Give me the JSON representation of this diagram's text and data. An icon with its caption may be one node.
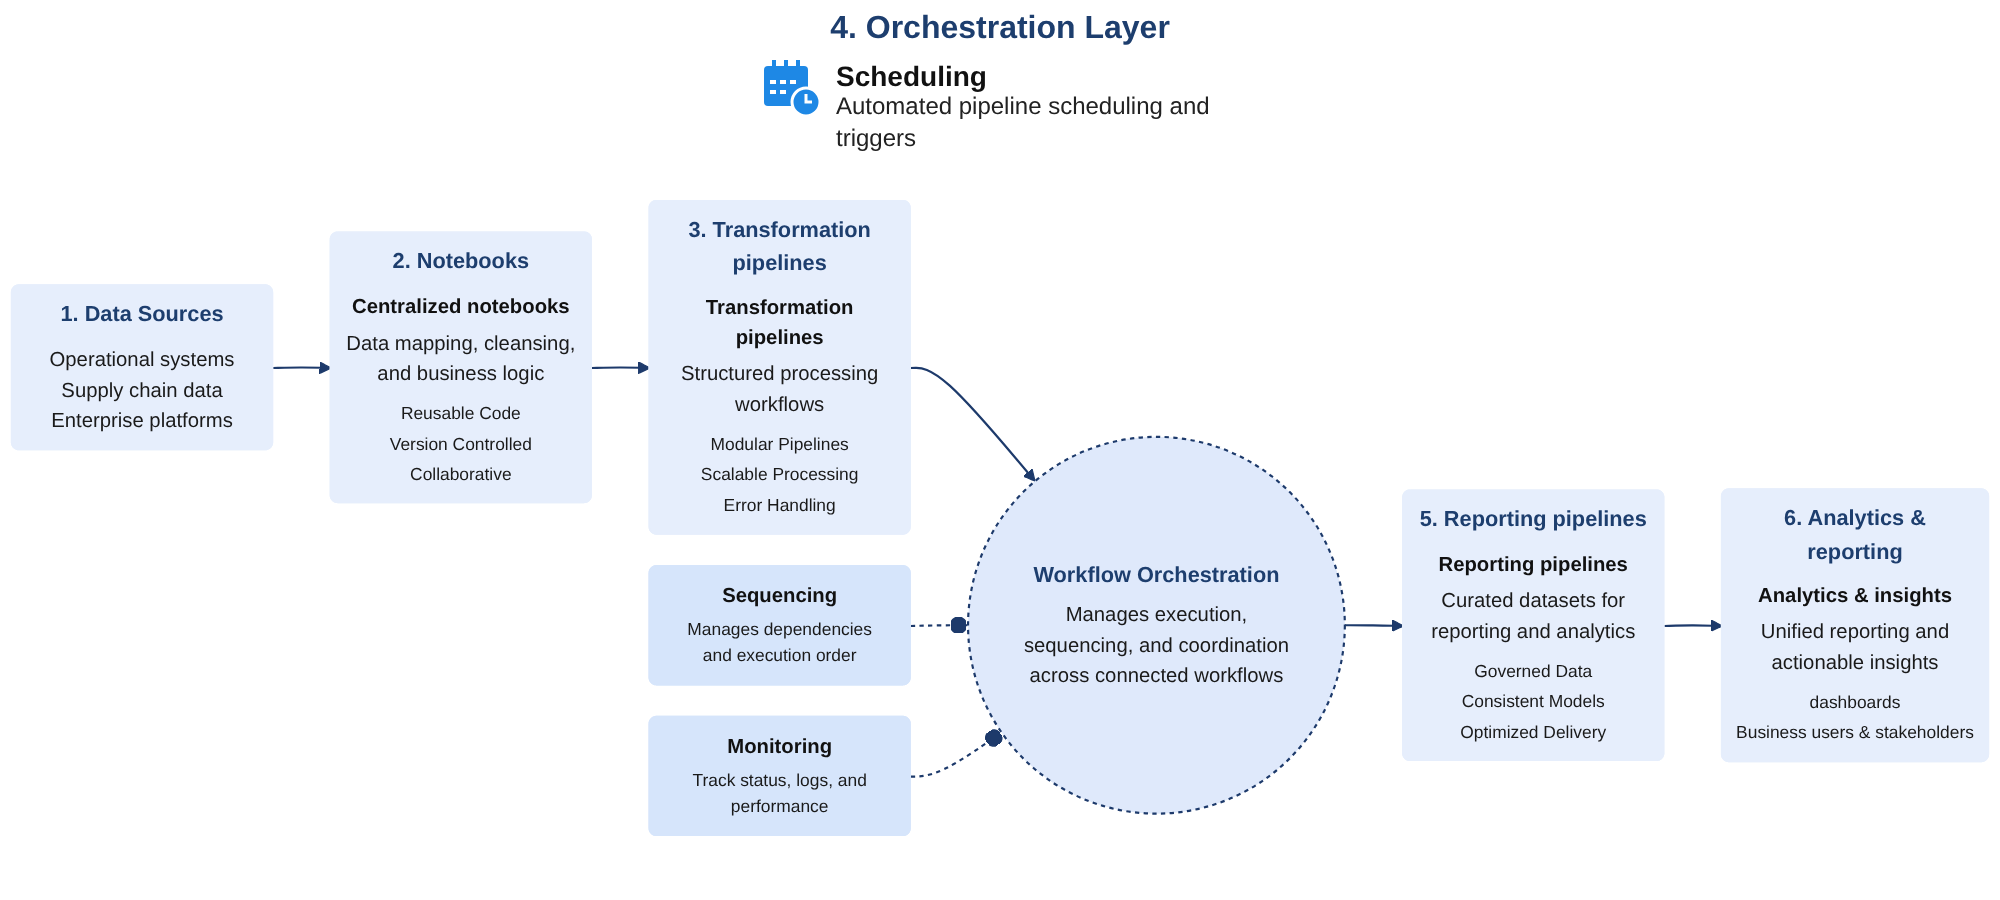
{
  "diagram": {
    "nodes": [
      {
        "text": [
          "1. Data Sources",
          "Operational systems",
          "Supply chain data",
          "Enterprise platforms"
        ]
      },
      {
        "text": [
          "2. Notebooks",
          "Centralized notebooks",
          "Data mapping, cleansing, and business logic",
          "Reusable Code",
          "Version Controlled",
          "Collaborative"
        ]
      },
      {
        "text": [
          "3. Transformation pipelines",
          "Transformation pipelines",
          "Structured processing workflows",
          "Modular Pipelines",
          "Scalable Processing",
          "Error Handling"
        ]
      },
      {
        "text": [
          "Workflow Orchestration",
          "Manages execution, sequencing, and coordination across connected workflows"
        ]
      },
      {
        "text": [
          "Sequencing",
          "Manages dependencies and execution order"
        ]
      },
      {
        "text": [
          "Monitoring",
          "Track status, logs, and performance"
        ]
      },
      {
        "text": [
          "5. Reporting pipelines",
          "Reporting pipelines",
          "Curated datasets for reporting and analytics",
          "Governed Data",
          "Consistent Models",
          "Optimized Delivery"
        ]
      },
      {
        "text": [
          "6. Analytics & reporting",
          "Analytics & insights",
          "Unified reporting and actionable insights",
          "dashboards",
          "Business users & stakeholders"
        ]
      }
    ],
    "edges": [
      {
        "from": 0,
        "to": 1,
        "arrow": "to"
      },
      {
        "from": 1,
        "to": 2,
        "arrow": "to"
      },
      {
        "from": 2,
        "to": 3,
        "arrow": "to"
      },
      {
        "from": 3,
        "to": 6,
        "arrow": "to"
      },
      {
        "from": 6,
        "to": 7,
        "arrow": "to"
      },
      {
        "from": 4,
        "to": 3,
        "arrow": "other",
        "style": "dashed"
      },
      {
        "from": 5,
        "to": 3,
        "arrow": "other",
        "style": "dashed"
      }
    ],
    "labels": [
      "4. Orchestration Layer",
      "Scheduling",
      "Automated pipeline scheduling and triggers"
    ]
  }
}
